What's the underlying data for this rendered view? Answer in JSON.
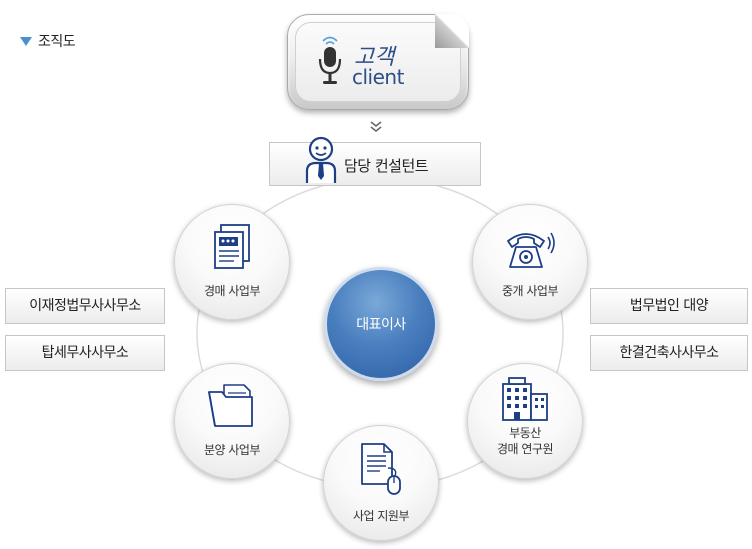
{
  "section": {
    "title": "조직도"
  },
  "client": {
    "label_ko": "고객",
    "label_en": "client"
  },
  "manager": {
    "label": "담당 컨설턴트"
  },
  "center": {
    "label": "대표이사"
  },
  "departments": {
    "auction": "경매 사업부",
    "brokerage": "중개 사업부",
    "realestate_line1": "부동산",
    "realestate_line2": "경매 연구원",
    "support": "사업 지원부",
    "sales": "분양 사업부"
  },
  "partners_left": [
    "이재정법무사사무소",
    "탑세무사사무소"
  ],
  "partners_right": [
    "법무법인 대양",
    "한결건축사사무소"
  ],
  "colors": {
    "accent": "#4a90d0",
    "center": "#3a6fb3",
    "client_text": "#2b4f86"
  }
}
